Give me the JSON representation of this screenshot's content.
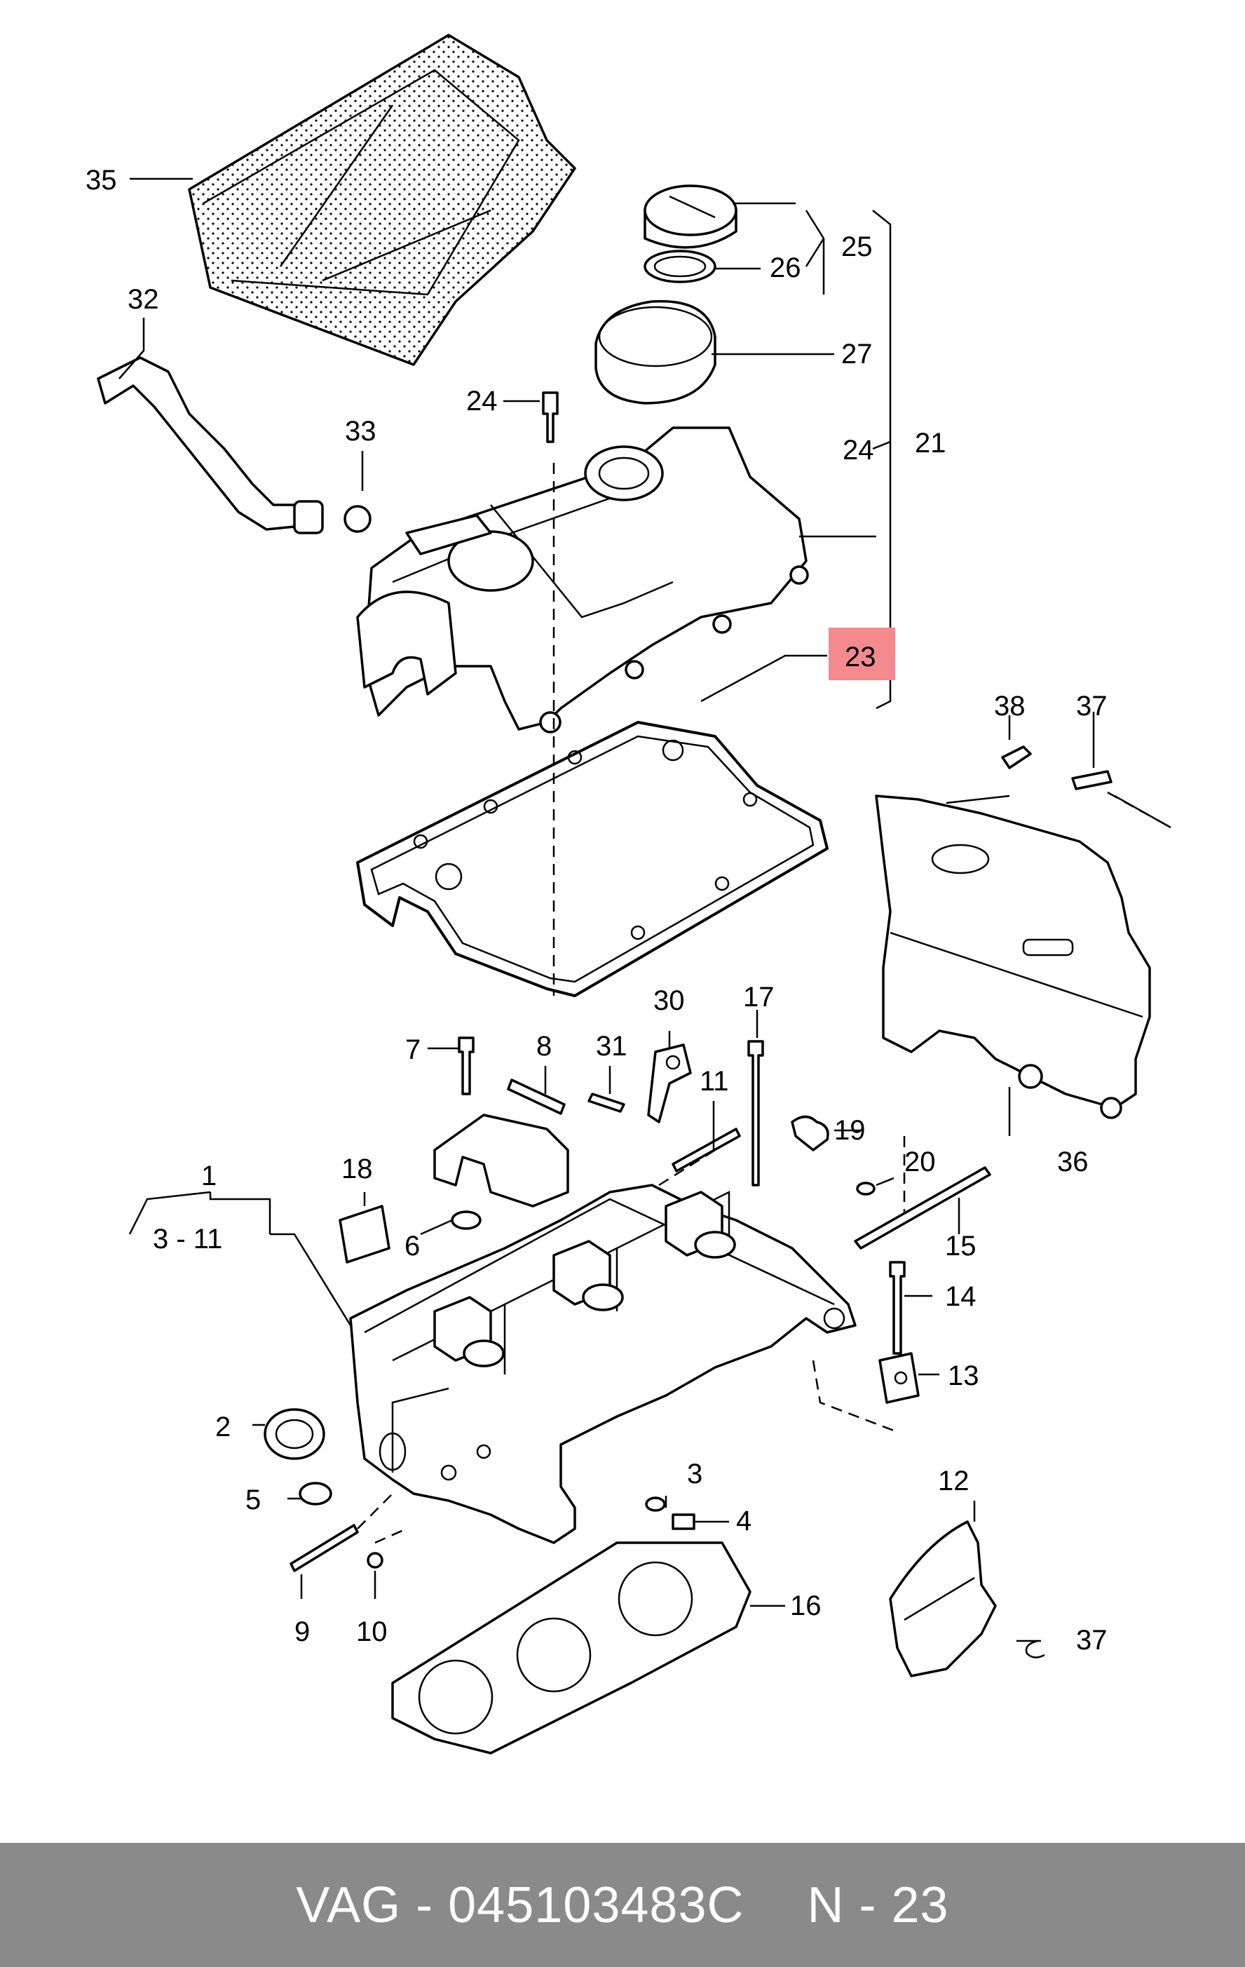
{
  "footer": {
    "brand": "VAG",
    "separator": " - ",
    "part_number": "045103483C",
    "ref_prefix": "N",
    "ref_number": "23"
  },
  "highlight_color": "#f48a8e",
  "callouts": {
    "c1": "1",
    "c3_11": "3 - 11",
    "c2": "2",
    "c3": "3",
    "c4": "4",
    "c5": "5",
    "c6": "6",
    "c7": "7",
    "c8": "8",
    "c9": "9",
    "c10": "10",
    "c11": "11",
    "c12": "12",
    "c13": "13",
    "c14": "14",
    "c15": "15",
    "c16": "16",
    "c17": "17",
    "c18": "18",
    "c19": "19",
    "c20": "20",
    "c21": "21",
    "c23": "23",
    "c24a": "24",
    "c24b": "24",
    "c25": "25",
    "c26": "26",
    "c27": "27",
    "c30": "30",
    "c31": "31",
    "c32": "32",
    "c33": "33",
    "c35": "35",
    "c36": "36",
    "c37a": "37",
    "c37b": "37",
    "c38": "38"
  }
}
